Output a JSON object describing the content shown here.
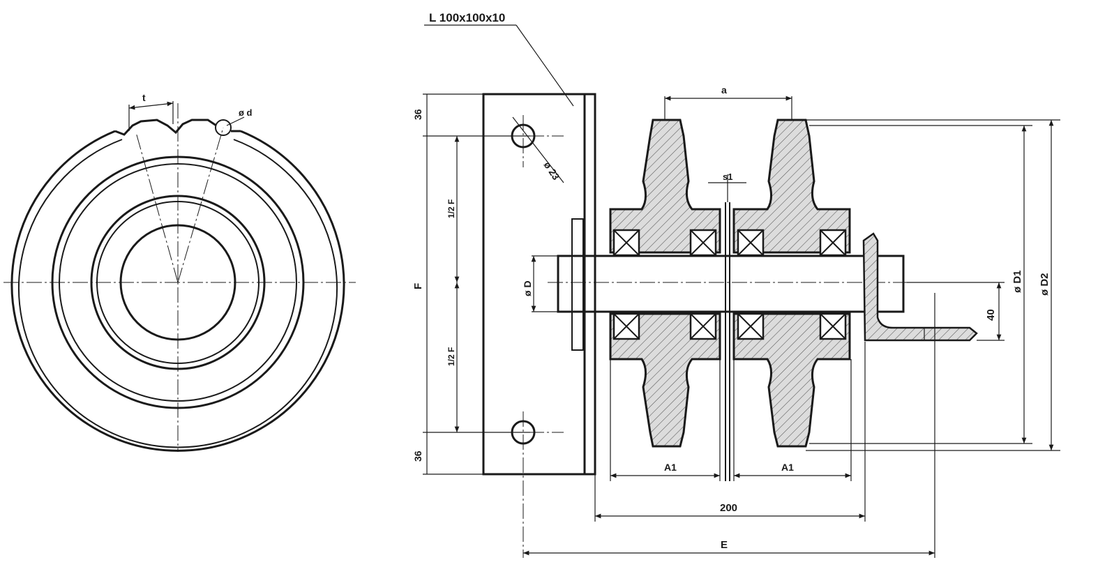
{
  "labels": {
    "angle_profile": "L 100x100x10",
    "pitch_t": "t",
    "roller_d": "ø d",
    "hole_23": "ø 23",
    "dim_36_top": "36",
    "dim_36_bottom": "36",
    "half_f_top": "1/2 F",
    "half_f_bottom": "1/2 F",
    "dim_f": "F",
    "shaft_d": "ø D",
    "center_a": "a",
    "gap_s1": "s1",
    "a1_left": "A1",
    "a1_right": "A1",
    "dim_200": "200",
    "dim_e": "E",
    "dim_40": "40",
    "d1": "ø D1",
    "d2": "ø D2"
  },
  "colors": {
    "line": "#1a1a1a",
    "section_fill": "#d9d9d9",
    "paper": "#ffffff"
  }
}
